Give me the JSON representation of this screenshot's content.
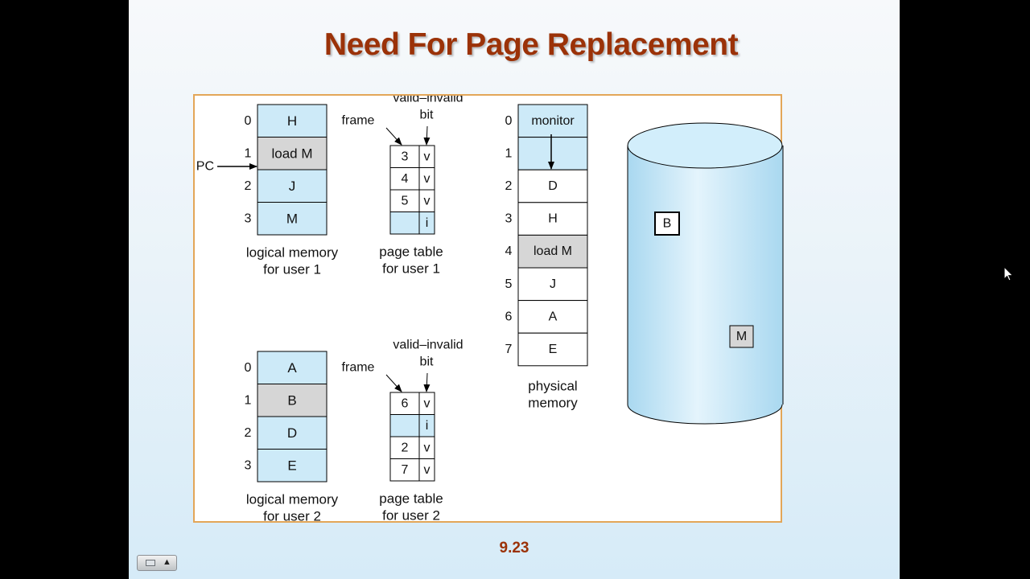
{
  "slide": {
    "title": "Need For Page Replacement",
    "number": "9.23"
  },
  "user1": {
    "logical_memory": {
      "indices": [
        "0",
        "1",
        "2",
        "3"
      ],
      "pages": [
        "H",
        "load M",
        "J",
        "M"
      ],
      "caption": [
        "logical memory",
        "for user 1"
      ]
    },
    "pc_label": "PC",
    "page_table": {
      "frame_label": "frame",
      "bit_label": [
        "valid–invalid",
        "bit"
      ],
      "frames": [
        "3",
        "4",
        "5",
        ""
      ],
      "bits": [
        "v",
        "v",
        "v",
        "i"
      ],
      "caption": [
        "page table",
        "for user 1"
      ]
    }
  },
  "user2": {
    "logical_memory": {
      "indices": [
        "0",
        "1",
        "2",
        "3"
      ],
      "pages": [
        "A",
        "B",
        "D",
        "E"
      ],
      "caption": [
        "logical memory",
        "for user 2"
      ]
    },
    "page_table": {
      "frame_label": "frame",
      "bit_label": [
        "valid–invalid",
        "bit"
      ],
      "frames": [
        "6",
        "",
        "2",
        "7"
      ],
      "bits": [
        "v",
        "i",
        "v",
        "v"
      ],
      "caption": [
        "page table",
        "for user 2"
      ]
    }
  },
  "physical_memory": {
    "indices": [
      "0",
      "1",
      "2",
      "3",
      "4",
      "5",
      "6",
      "7"
    ],
    "frames": [
      "monitor",
      "",
      "D",
      "H",
      "load M",
      "J",
      "A",
      "E"
    ],
    "caption": [
      "physical",
      "memory"
    ]
  },
  "backing_store": {
    "blocks": [
      "B",
      "M"
    ]
  },
  "colors": {
    "title": "#9b3208",
    "cell_blue": "#cdeaf8",
    "cell_gray": "#d6d6d6",
    "cell_white": "#ffffff",
    "frame_border": "#e3a658",
    "disk_blue": "#bfe4f6"
  },
  "icons": {
    "toolbar_menu": "menu-icon",
    "toolbar_up": "triangle-up-icon",
    "cursor": "arrow-cursor-icon"
  },
  "toolbar": {
    "up_symbol": "▲"
  }
}
